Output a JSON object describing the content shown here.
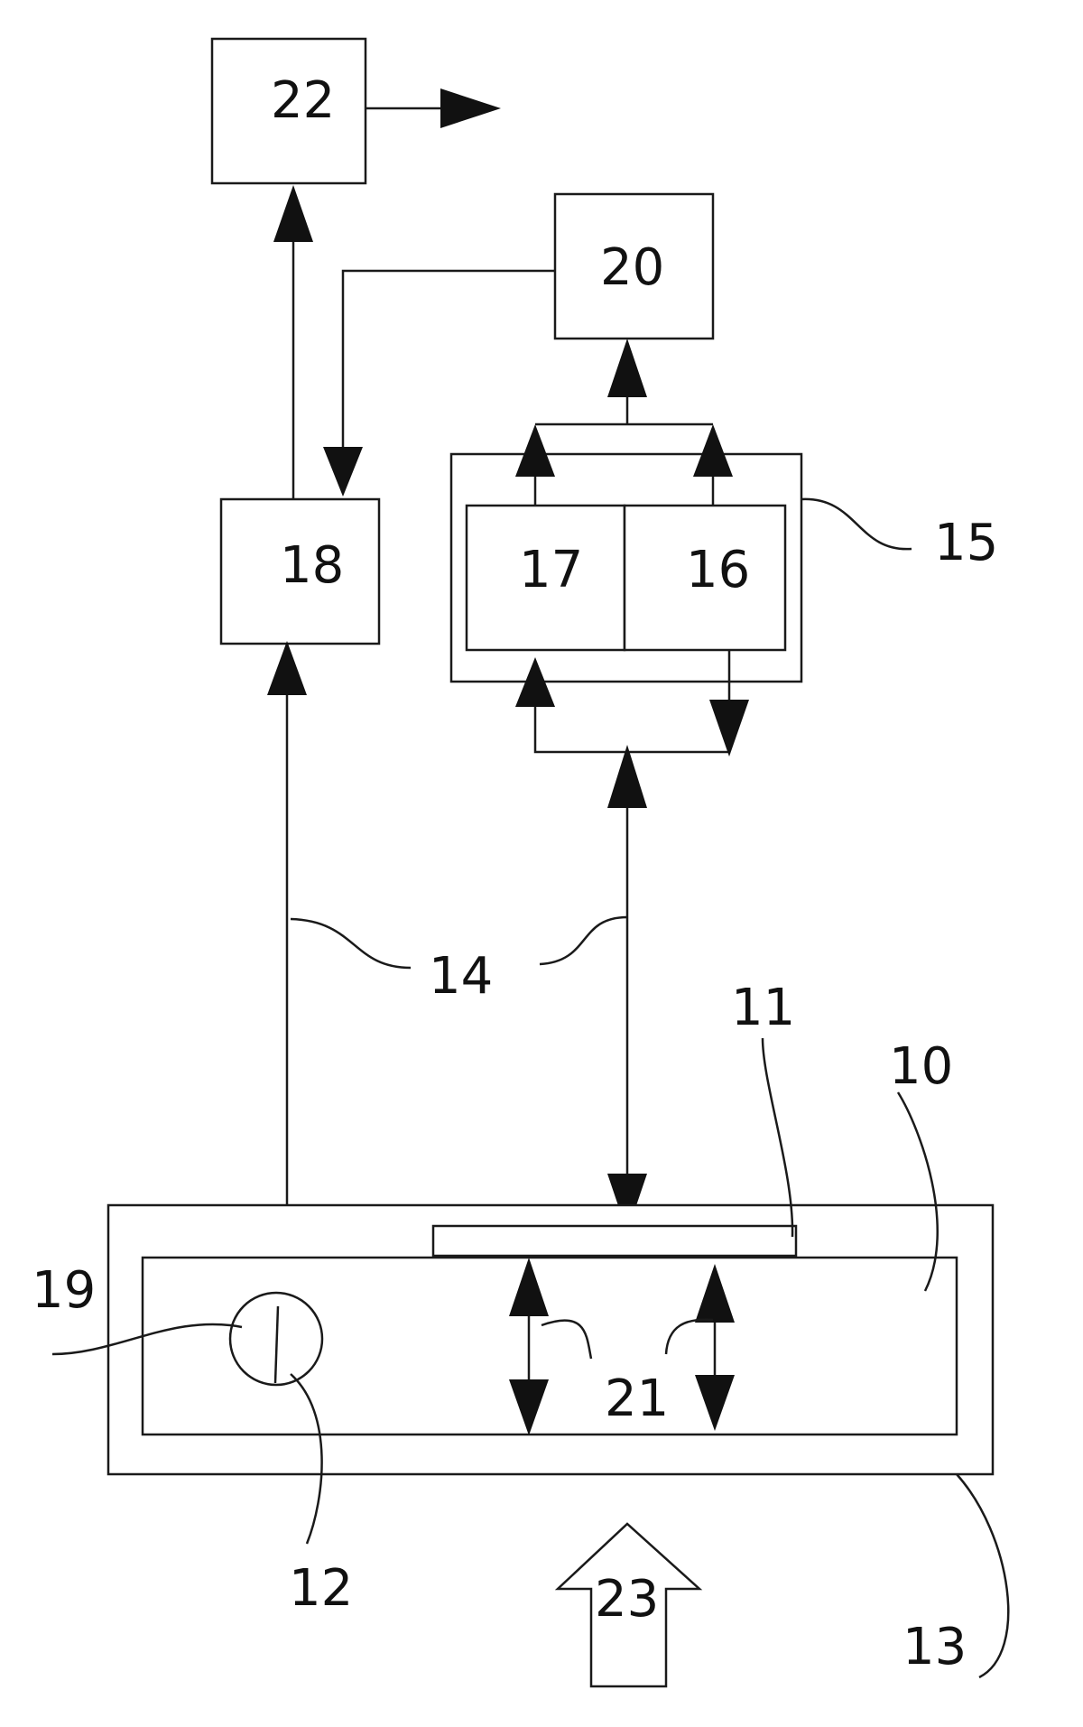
{
  "labels": {
    "b22": "22",
    "b20": "20",
    "b18": "18",
    "b17": "17",
    "b16": "16",
    "l15": "15",
    "l14": "14",
    "l11": "11",
    "l10": "10",
    "l19": "19",
    "l21": "21",
    "l12": "12",
    "l23": "23",
    "l13": "13"
  }
}
